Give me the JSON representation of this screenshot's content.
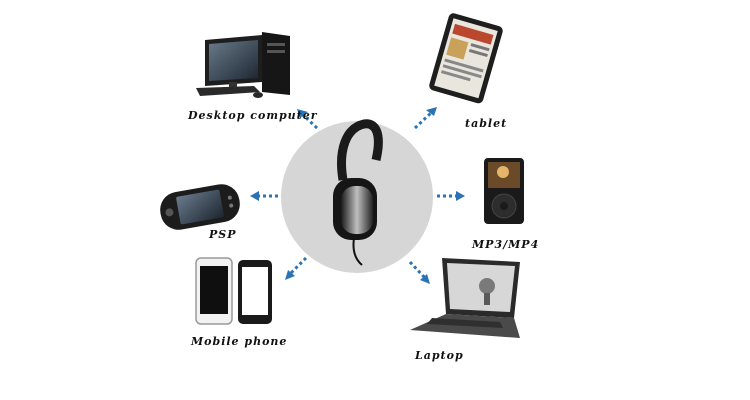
{
  "hub": {
    "icon": "headphones-icon"
  },
  "devices": {
    "desktop": {
      "label": "Desktop computer",
      "icon": "desktop-computer-icon"
    },
    "tablet": {
      "label": "tablet",
      "icon": "tablet-icon"
    },
    "psp": {
      "label": "PSP",
      "icon": "psp-icon"
    },
    "mp3": {
      "label": "MP3/MP4",
      "icon": "mp3-player-icon"
    },
    "mobile": {
      "label": "Mobile phone",
      "icon": "mobile-phone-icon"
    },
    "laptop": {
      "label": "Laptop",
      "icon": "laptop-icon"
    }
  },
  "colors": {
    "arrow": "#2b73b5",
    "circle": "#d6d6d6",
    "device": "#1e1e1e"
  }
}
